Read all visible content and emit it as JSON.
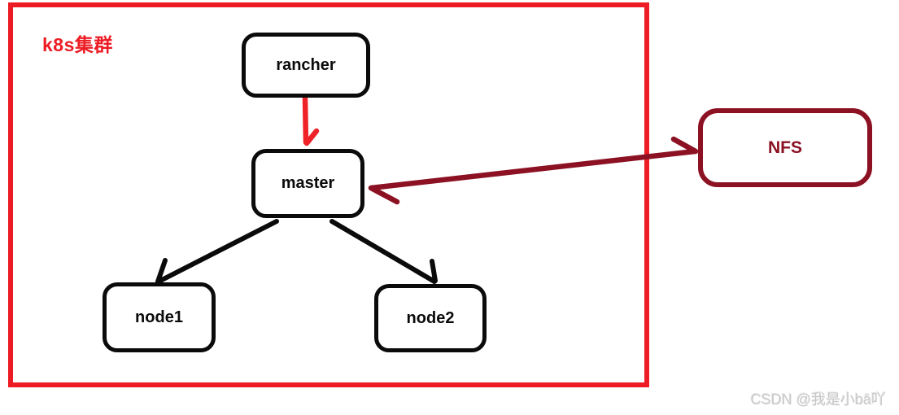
{
  "diagram": {
    "cluster": {
      "label": "k8s集群"
    },
    "nodes": {
      "rancher": {
        "label": "rancher"
      },
      "master": {
        "label": "master"
      },
      "node1": {
        "label": "node1"
      },
      "node2": {
        "label": "node2"
      },
      "nfs": {
        "label": "NFS"
      }
    },
    "edges": [
      {
        "from": "rancher",
        "to": "master",
        "arrows": "single",
        "color": "red"
      },
      {
        "from": "master",
        "to": "node1",
        "arrows": "single",
        "color": "black"
      },
      {
        "from": "master",
        "to": "node2",
        "arrows": "single",
        "color": "black"
      },
      {
        "from": "master",
        "to": "nfs",
        "arrows": "double",
        "color": "dark-red"
      }
    ]
  },
  "colors": {
    "cluster_border": "#ed1c24",
    "red_arrow": "#ee2227",
    "dark_red": "#8b1123",
    "node_border": "#0b0b0b",
    "watermark": "#c8c8c8"
  },
  "watermark": {
    "text": "CSDN @我是小bā吖"
  }
}
